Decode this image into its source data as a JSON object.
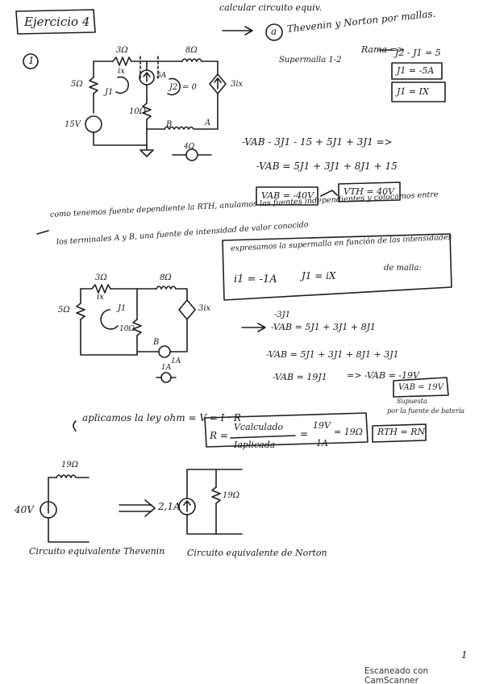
{
  "header": {
    "title": "Ejercicio 4",
    "note_top": "calcular circuito equiv.",
    "part_label": "a",
    "part_text": "Thevenin y Norton por mallas.",
    "item_number": "1"
  },
  "circuit1": {
    "r_top_left": "3Ω",
    "r_top_right": "8Ω",
    "r_left": "5Ω",
    "r_mid": "10Ω",
    "source_v": "15V",
    "dep_source": "3ix",
    "cur_ix": "ix",
    "mesh_j1": "J1",
    "mesh_j2": "J2",
    "j2_zero": "= 0",
    "src_label": "5A",
    "node_a": "A",
    "node_b": "B",
    "r_ab": "4Ω"
  },
  "equations_part1": {
    "superposition": "Supermalla 1-2",
    "rama": "Rama =>",
    "eq1": "J2 - J1 = 5",
    "eq2": "J1 = -5A",
    "eq3": "J1 = IX",
    "line1": "-VAB - 3J1 - 15 + 5J1 + 3J1 =>",
    "line2": "-VAB = 5J1 + 3J1 + 8J1 + 15",
    "result_vab": "VAB = -40V",
    "result_vth": "VTH = 40V"
  },
  "paragraph": {
    "line1": "como tenemos fuente dependiente la RTH, anulamos las fuentes independientes y colocamos entre",
    "line2": "los terminales A y B, una fuente de intensidad de valor conocido"
  },
  "box_note": {
    "line1": "expresamos la supermalla en función de las intensidades",
    "line2": "de malla:",
    "eq_i1": "i1 = -1A",
    "eq_j1": "J1 = iX"
  },
  "circuit2": {
    "r_top_left": "3Ω",
    "r_top_right": "8Ω",
    "r_left": "5Ω",
    "r_mid": "10Ω",
    "dep_source": "3ix",
    "cur_ix": "ix",
    "mesh_j1": "J1",
    "node_b": "B",
    "test_src": "1A",
    "test_src2": "1A"
  },
  "equations_part2": {
    "pre": "-3J1",
    "line1": "-VAB = 5J1 + 3J1 + 8J1",
    "line2": "-VAB = 5J1 + 3J1 + 8J1 + 3J1",
    "line3": "-VAB = 19J1",
    "line3_b": "=> -VAB = -19V",
    "result": "VAB = 19V",
    "note_supuesta": "Supuesta",
    "note_fuente": "por la fuente de batería"
  },
  "ohm": {
    "intro": "aplicamos la ley ohm = V = I · R",
    "r_label": "R =",
    "numerator": "Vcalculado",
    "denominator": "Iaplicada",
    "equals1": "=",
    "value_num": "19V",
    "value_den": "1A",
    "equals2": "= 19Ω",
    "rth_rn": "RTH = RN"
  },
  "thevenin": {
    "resistor": "19Ω",
    "source": "40V",
    "caption": "Circuito equivalente Thevenin"
  },
  "norton": {
    "source": "2,1A",
    "resistor": "19Ω",
    "caption": "Circuito equivalente de Norton"
  },
  "footer": {
    "page_number": "1",
    "scanner": "Escaneado con CamScanner"
  }
}
